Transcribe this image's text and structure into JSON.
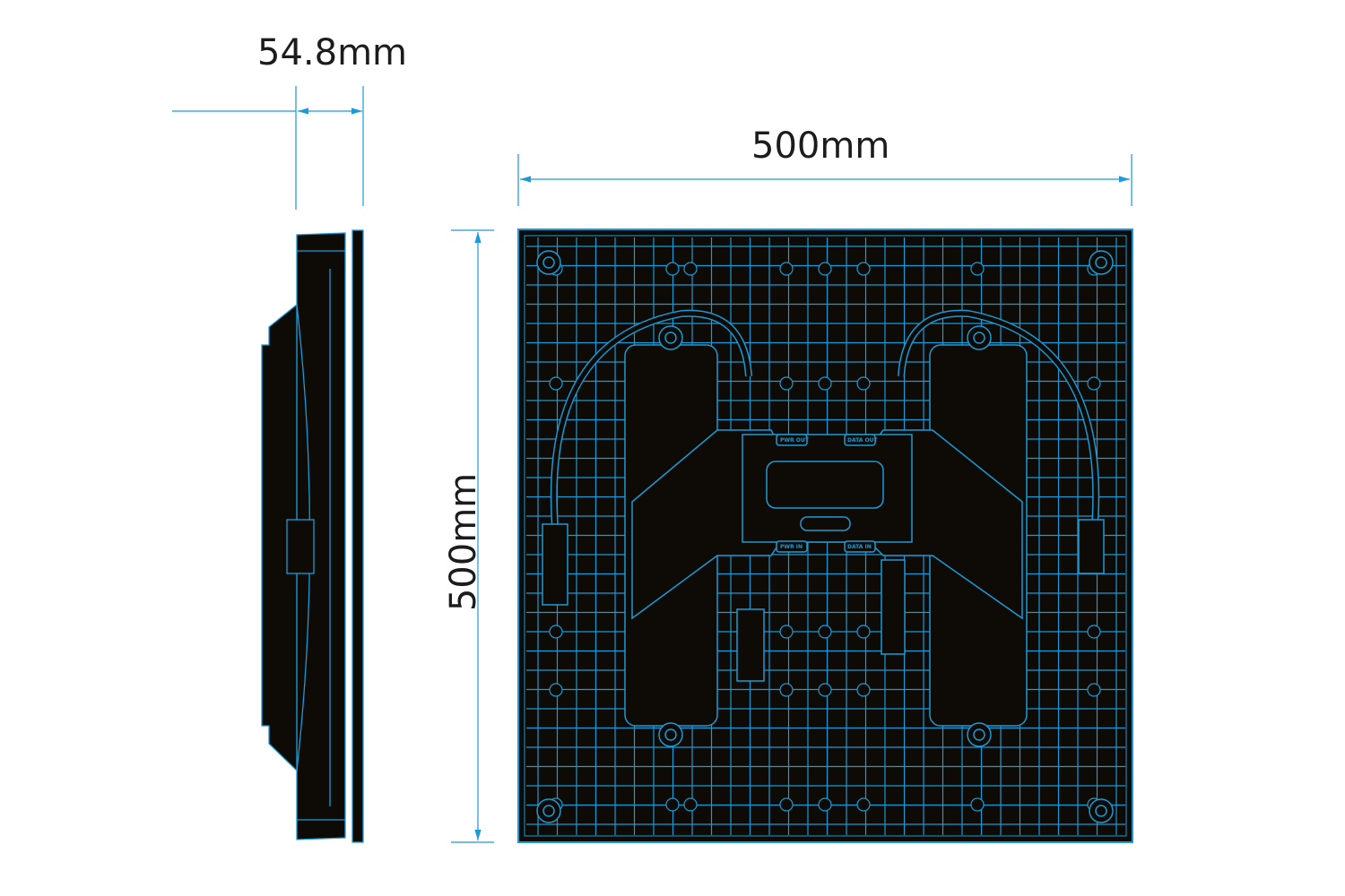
{
  "dimensions": {
    "depth": "54.8mm",
    "width": "500mm",
    "height": "500mm"
  },
  "panel_labels": {
    "pwr_out": "PWR OUT",
    "data_out": "DATA OUT",
    "pwr_in": "PWR IN",
    "data_in": "DATA IN"
  },
  "colors": {
    "line": "#1a9ad6",
    "body": "#0e0b07",
    "text": "#1c1c1c"
  }
}
